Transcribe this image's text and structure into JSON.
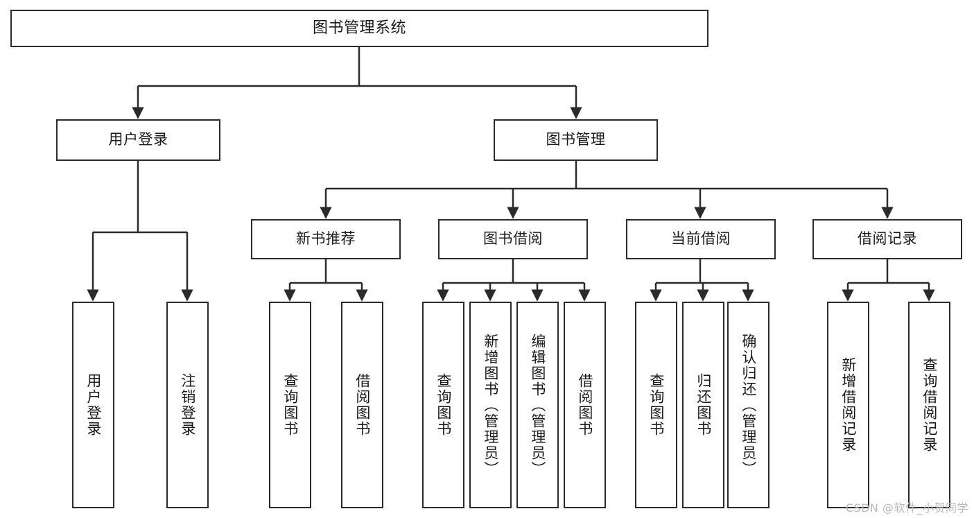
{
  "diagram": {
    "title": "图书管理系统",
    "type": "tree",
    "watermark": "CSDN @软件_小贺同学",
    "colors": {
      "stroke": "#2b2b2b",
      "fill": "#ffffff",
      "text": "#1a1a1a",
      "watermark": "#b9b9b9"
    }
  },
  "root": {
    "label": "图书管理系统"
  },
  "level2": [
    {
      "label": "用户登录"
    },
    {
      "label": "图书管理"
    }
  ],
  "level3": [
    {
      "label": "新书推荐"
    },
    {
      "label": "图书借阅"
    },
    {
      "label": "当前借阅"
    },
    {
      "label": "借阅记录"
    }
  ],
  "leaves": {
    "user_login": [
      {
        "label": "用户登录"
      },
      {
        "label": "注销登录"
      }
    ],
    "new_book": [
      {
        "label": "查询图书"
      },
      {
        "label": "借阅图书"
      }
    ],
    "borrow": [
      {
        "label": "查询图书"
      },
      {
        "label": "新增图书（管理员）"
      },
      {
        "label": "编辑图书（管理员）"
      },
      {
        "label": "借阅图书"
      }
    ],
    "current": [
      {
        "label": "查询图书"
      },
      {
        "label": "归还图书"
      },
      {
        "label": "确认归还（管理员）"
      }
    ],
    "records": [
      {
        "label": "新增借阅记录"
      },
      {
        "label": "查询借阅记录"
      }
    ]
  }
}
